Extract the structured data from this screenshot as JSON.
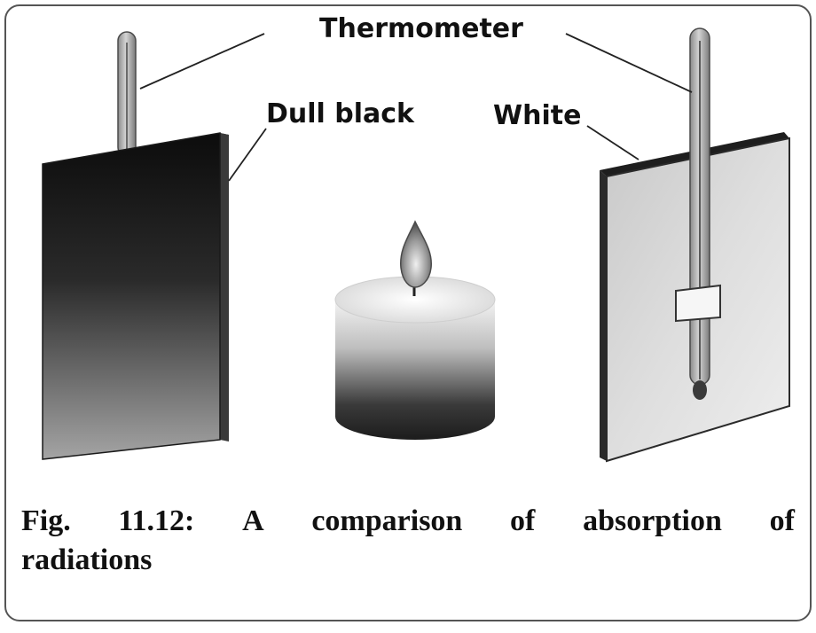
{
  "labels": {
    "thermometer": "Thermometer",
    "dull_black": "Dull black",
    "white": "White"
  },
  "caption": {
    "line1_words": [
      "Fig.",
      "11.12:",
      "A",
      "comparison",
      "of",
      "absorption",
      "of"
    ],
    "line2": "radiations"
  },
  "colors": {
    "frame_border": "#555555",
    "text": "#111111",
    "dull_black_plate_top": "#111111",
    "dull_black_plate_bottom": "#9a9a9a",
    "white_plate": "#dcdcdc",
    "plate_edge": "#2a2a2a",
    "candle_top": "#f2f2f2",
    "candle_bottom": "#222222",
    "thermometer_glass": "#b5b5b5"
  },
  "icons": {
    "candle": "candle-icon",
    "flame": "flame-icon"
  }
}
